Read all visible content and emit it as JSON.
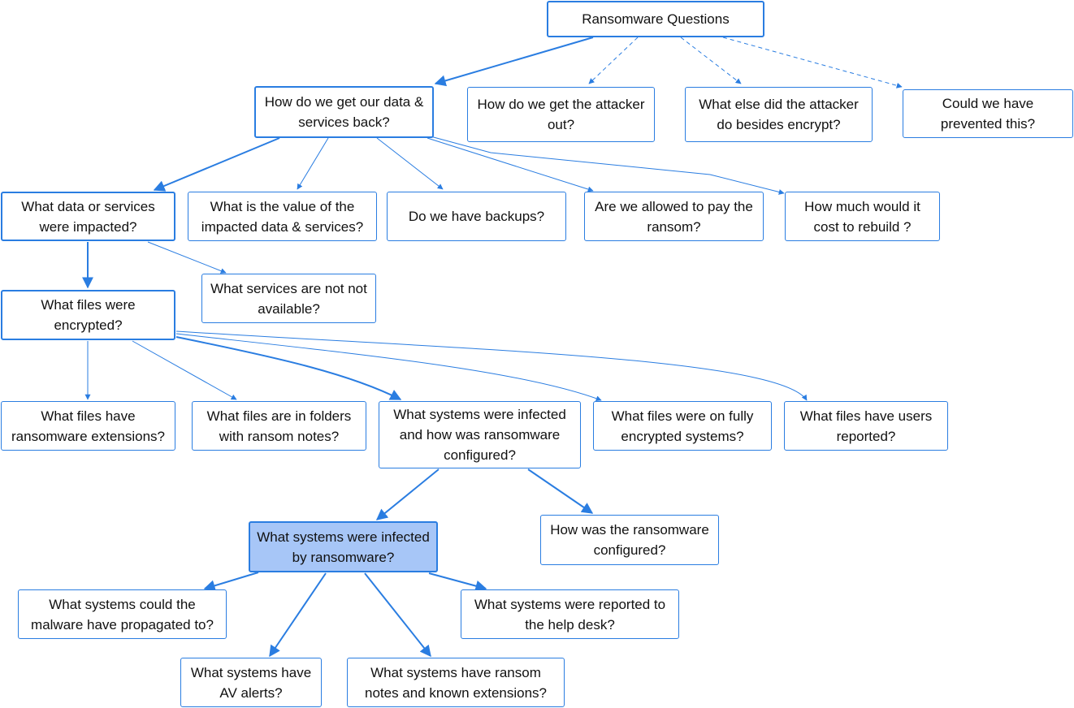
{
  "diagram": {
    "edge_color": "#2a7de1",
    "highlight_color": "#a7c6f7",
    "nodes": [
      {
        "id": "root",
        "label": "Ransomware Questions"
      },
      {
        "id": "data-back",
        "label": "How do we get our data & services back?"
      },
      {
        "id": "attacker-out",
        "label": "How do we get the attacker out?"
      },
      {
        "id": "attacker-else",
        "label": "What else did the attacker do besides encrypt?"
      },
      {
        "id": "prevented",
        "label": "Could we have prevented this?"
      },
      {
        "id": "impacted",
        "label": "What data or services were impacted?"
      },
      {
        "id": "value",
        "label": "What is the value of the impacted data & services?"
      },
      {
        "id": "backups",
        "label": "Do we have backups?"
      },
      {
        "id": "pay-ransom",
        "label": "Are we allowed to pay the ransom?"
      },
      {
        "id": "rebuild-cost",
        "label": "How much would it cost to rebuild ?"
      },
      {
        "id": "services-unavailable",
        "label": "What services are not not available?"
      },
      {
        "id": "files-encrypted",
        "label": "What files were encrypted?"
      },
      {
        "id": "ransom-extensions",
        "label": "What files have ransomware extensions?"
      },
      {
        "id": "ransom-notes-folders",
        "label": "What files are in folders with ransom notes?"
      },
      {
        "id": "systems-configured",
        "label": "What systems were infected and how was ransomware configured?"
      },
      {
        "id": "fully-encrypted",
        "label": "What files were on fully encrypted systems?"
      },
      {
        "id": "users-reported",
        "label": "What files have users reported?"
      },
      {
        "id": "infected-systems",
        "label": "What systems were infected by ransomware?"
      },
      {
        "id": "how-configured",
        "label": "How was the ransomware configured?"
      },
      {
        "id": "propagated",
        "label": "What systems could the malware have propagated to?"
      },
      {
        "id": "help-desk",
        "label": "What systems were reported to the help desk?"
      },
      {
        "id": "av-alerts",
        "label": "What systems have AV alerts?"
      },
      {
        "id": "notes-extensions",
        "label": "What systems have ransom notes and known extensions?"
      }
    ],
    "edges": [
      {
        "from": "root",
        "to": "data-back",
        "style": "solid"
      },
      {
        "from": "root",
        "to": "attacker-out",
        "style": "dashed"
      },
      {
        "from": "root",
        "to": "attacker-else",
        "style": "dashed"
      },
      {
        "from": "root",
        "to": "prevented",
        "style": "dashed"
      },
      {
        "from": "data-back",
        "to": "impacted",
        "style": "solid"
      },
      {
        "from": "data-back",
        "to": "value",
        "style": "solid"
      },
      {
        "from": "data-back",
        "to": "backups",
        "style": "solid"
      },
      {
        "from": "data-back",
        "to": "pay-ransom",
        "style": "solid"
      },
      {
        "from": "data-back",
        "to": "rebuild-cost",
        "style": "solid"
      },
      {
        "from": "impacted",
        "to": "files-encrypted",
        "style": "solid"
      },
      {
        "from": "impacted",
        "to": "services-unavailable",
        "style": "solid"
      },
      {
        "from": "files-encrypted",
        "to": "ransom-extensions",
        "style": "solid"
      },
      {
        "from": "files-encrypted",
        "to": "ransom-notes-folders",
        "style": "solid"
      },
      {
        "from": "files-encrypted",
        "to": "systems-configured",
        "style": "solid"
      },
      {
        "from": "files-encrypted",
        "to": "fully-encrypted",
        "style": "solid"
      },
      {
        "from": "files-encrypted",
        "to": "users-reported",
        "style": "solid"
      },
      {
        "from": "systems-configured",
        "to": "infected-systems",
        "style": "solid"
      },
      {
        "from": "systems-configured",
        "to": "how-configured",
        "style": "solid"
      },
      {
        "from": "infected-systems",
        "to": "propagated",
        "style": "solid"
      },
      {
        "from": "infected-systems",
        "to": "help-desk",
        "style": "solid"
      },
      {
        "from": "infected-systems",
        "to": "av-alerts",
        "style": "solid"
      },
      {
        "from": "infected-systems",
        "to": "notes-extensions",
        "style": "solid"
      }
    ]
  }
}
